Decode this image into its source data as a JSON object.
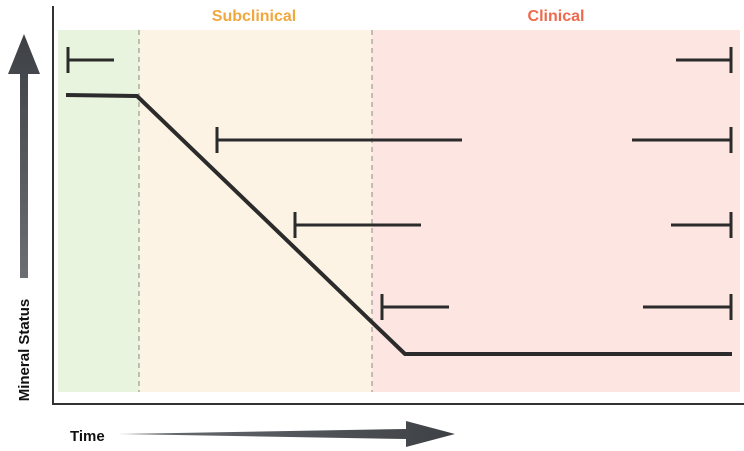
{
  "zones": {
    "subclinical_label": "Subclinical",
    "clinical_label": "Clinical"
  },
  "axes": {
    "y_label": "Mineral Status",
    "x_label": "Time"
  },
  "colors": {
    "healthy_fill": "#e9f4de",
    "subclinical_fill": "#fdf3e4",
    "clinical_fill": "#fde6e2",
    "subclinical_text": "#f0a73d",
    "clinical_text": "#ef6a4c",
    "line": "#2b2b2b",
    "arrow": "#4a4e52",
    "divider": "#9a9a9a"
  }
}
